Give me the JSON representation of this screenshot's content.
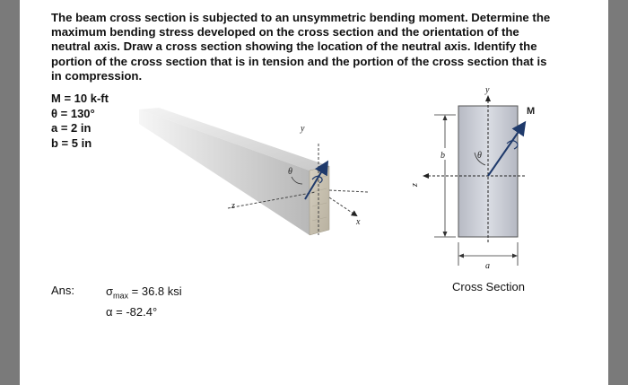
{
  "problem": {
    "statement": "The beam cross section is subjected to an unsymmetric bending moment. Determine the maximum bending stress developed on the cross section and the orientation of the neutral axis. Draw a cross section showing the location of the neutral axis. Identify the portion of the cross section that is in tension and the portion of the cross section that is in compression."
  },
  "given": {
    "moment": "M = 10 k-ft",
    "theta": "θ = 130°",
    "a": "a = 2 in",
    "b": "b = 5 in"
  },
  "answer": {
    "label": "Ans:",
    "sigma_symbol": "σ",
    "sigma_sub": "max",
    "sigma_value": " = 36.8 ksi",
    "alpha": "α = -82.4°"
  },
  "figure": {
    "beam_labels": {
      "y": "y",
      "x": "x",
      "z": "z",
      "theta": "θ"
    },
    "cross_section_labels": {
      "y": "y",
      "z": "z",
      "b": "b",
      "a": "a",
      "theta": "θ",
      "M": "M"
    },
    "caption": "Cross Section"
  }
}
